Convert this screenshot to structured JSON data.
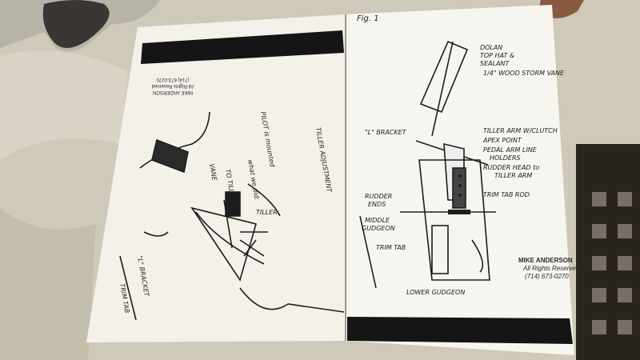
{
  "right_page": {
    "fig_label": "Fig. 1",
    "labels": {
      "dolan": "DOLAN",
      "top_hat": "TOP HAT &",
      "sealant": "SEALANT",
      "wood_storm_vane": "1/4\" WOOD STORM VANE",
      "l_bracket": "\"L\" BRACKET",
      "tiller_arm_clutch": "TILLER ARM W/CLUTCH",
      "apex_point": "APEX POINT",
      "pedal_arm_line": "PEDAL ARM LINE",
      "holders": "HOLDERS",
      "rudder_head": "RUDDER HEAD to",
      "tiller_arm": "TILLER ARM",
      "trim_tab_rod": "TRIM TAB ROD",
      "rudder_ends": "RUDDER",
      "rudder_ends_2": "ENDS",
      "middle_gudgeon": "MIDDLE",
      "middle_gudgeon_2": "GUDGEON",
      "trim_tab": "TRIM TAB",
      "lower_gudgeon": "LOWER GUDGEON"
    },
    "credit": {
      "name": "MIKE ANDERSON",
      "rights": "All Rights Reserved",
      "phone": "(714) 673-0270"
    }
  },
  "left_page": {
    "credit": {
      "name": "MIKE ANDERSON",
      "rights": "All Rights Reserved",
      "phone": "(714) 673-0270"
    },
    "labels": {
      "tiller": "TILLER",
      "l_bracket_note": "\"L\" BRACKET",
      "trim_tab": "TRIM TAB",
      "to_tiller": "TO TILLER",
      "what_we_did": "what we did:",
      "pilot_mounted": "PILOT is mounted",
      "tiller_adj": "TILLER ADJUSTMENT",
      "vane": "VANE"
    }
  },
  "colors": {
    "paper": "#f4f1ea",
    "ink": "#1d1d1d",
    "black_bar": "#151515",
    "cloth": "#cfc9b9"
  }
}
